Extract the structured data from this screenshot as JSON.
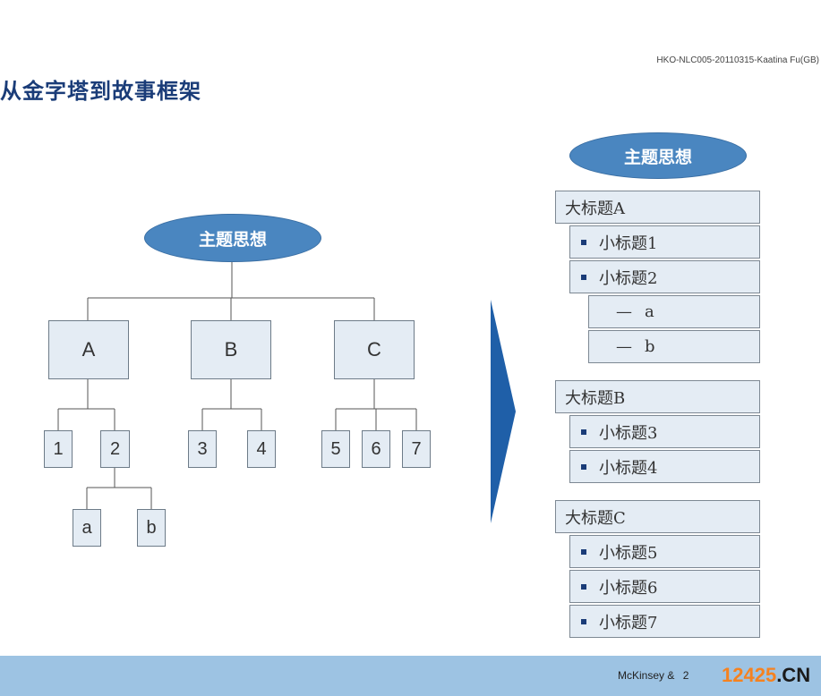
{
  "header": {
    "reference": "HKO-NLC005-20110315-Kaatina Fu(GB)",
    "title": "从金字塔到故事框架"
  },
  "pyramid": {
    "root": "主题思想",
    "level1": [
      "A",
      "B",
      "C"
    ],
    "level2": [
      "1",
      "2",
      "3",
      "4",
      "5",
      "6",
      "7"
    ],
    "level3": [
      "a",
      "b"
    ]
  },
  "story": {
    "root": "主题思想",
    "sections": [
      {
        "heading": "大标题A",
        "items": [
          {
            "label": "小标题1"
          },
          {
            "label": "小标题2",
            "sub": [
              "a",
              "b"
            ]
          }
        ]
      },
      {
        "heading": "大标题B",
        "items": [
          {
            "label": "小标题3"
          },
          {
            "label": "小标题4"
          }
        ]
      },
      {
        "heading": "大标题C",
        "items": [
          {
            "label": "小标题5"
          },
          {
            "label": "小标题6"
          },
          {
            "label": "小标题7"
          }
        ]
      }
    ]
  },
  "footer": {
    "company": "McKinsey &",
    "page": "2",
    "watermark": "12425",
    "watermark_suffix": ".CN"
  },
  "colors": {
    "accent": "#4a86c0",
    "arrow": "#1f5fa8",
    "footer": "#9dc3e3"
  }
}
